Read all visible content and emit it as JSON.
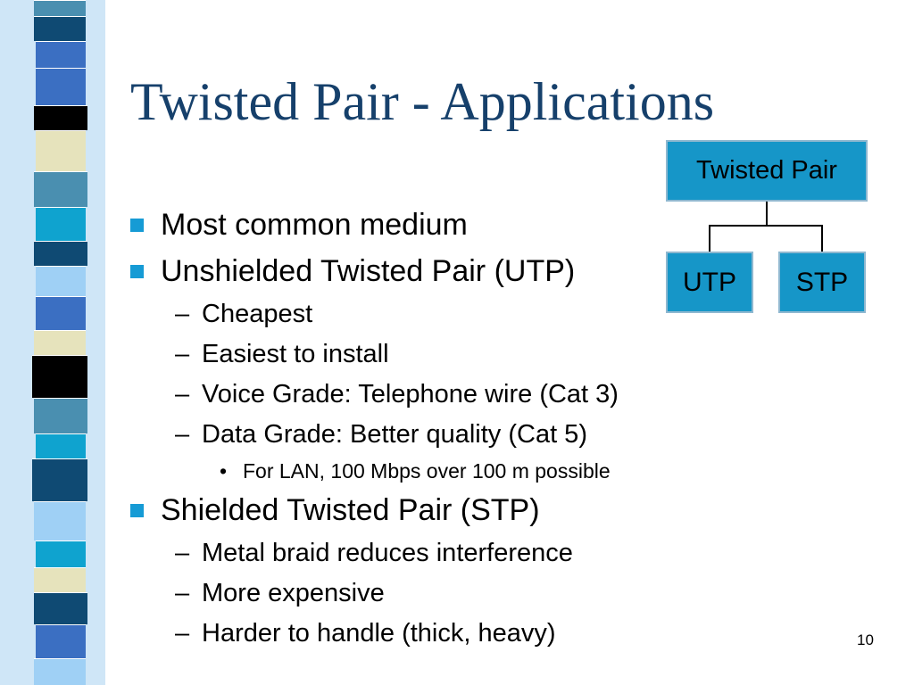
{
  "slide": {
    "title": "Twisted Pair - Applications",
    "page_number": "10",
    "bullets": [
      {
        "text": "Most common medium",
        "children": []
      },
      {
        "text": "Unshielded Twisted Pair (UTP)",
        "children": [
          {
            "text": "Cheapest",
            "children": []
          },
          {
            "text": "Easiest to install",
            "children": []
          },
          {
            "text": "Voice Grade: Telephone wire (Cat 3)",
            "children": []
          },
          {
            "text": "Data Grade: Better quality (Cat 5)",
            "children": [
              {
                "text": "For LAN, 100 Mbps over 100 m possible"
              }
            ]
          }
        ]
      },
      {
        "text": "Shielded Twisted Pair (STP)",
        "children": [
          {
            "text": "Metal braid reduces interference",
            "children": []
          },
          {
            "text": "More expensive",
            "children": []
          },
          {
            "text": "Harder to handle (thick, heavy)",
            "children": []
          }
        ]
      }
    ],
    "markers": {
      "level2": "–",
      "level3": "•"
    }
  },
  "diagram": {
    "root": "Twisted Pair",
    "children": [
      "UTP",
      "STP"
    ]
  },
  "colors": {
    "title": "#16406b",
    "bullet_square": "#169bd5",
    "node_fill": "#1696c8",
    "strip_palette": [
      "#4a8fb0",
      "#0f4a73",
      "#3b6fc2",
      "#000000",
      "#e6e3bc",
      "#0fa3cf",
      "#9fd0f5",
      "#ffffff"
    ]
  }
}
